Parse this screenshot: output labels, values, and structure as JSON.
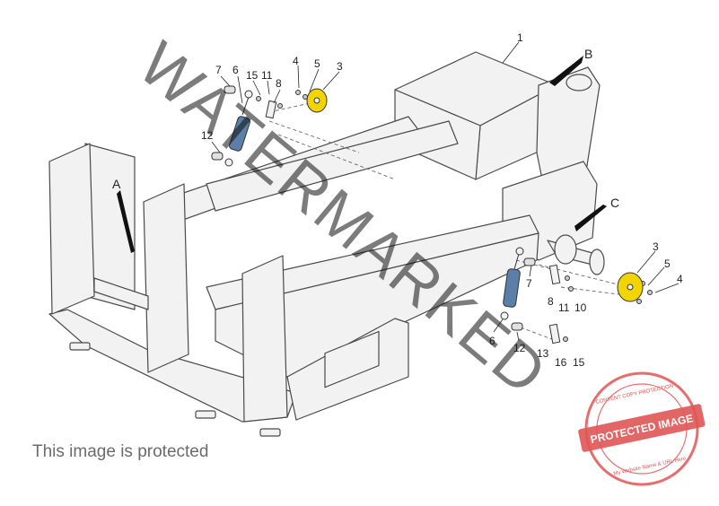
{
  "diagram": {
    "callouts": {
      "c1": "1",
      "cB": "B",
      "cA": "A",
      "cC": "C",
      "tl7": "7",
      "tl6": "6",
      "tl15": "15",
      "tl11": "11",
      "tl8": "8",
      "tl4": "4",
      "tl5": "5",
      "tl3": "3",
      "tl12": "12",
      "br3": "3",
      "br5": "5",
      "br4": "4",
      "br7": "7",
      "br12": "12",
      "br6": "6",
      "br8": "8",
      "br11": "11",
      "br10": "10",
      "br13": "13",
      "br16": "16",
      "br15": "15"
    },
    "colors": {
      "frame_fill": "#f2f2f2",
      "frame_stroke": "#4a4a4a",
      "gas_spring": "#5b7fa8",
      "disc": "#f2d400",
      "stamp": "#e05555"
    }
  },
  "overlay": {
    "watermark": "WATERMARKED",
    "notice": "This image is protected",
    "stamp_label": "PROTECTED IMAGE",
    "stamp_ring_top": "CONTENT COPY PROTECTION",
    "stamp_ring_bottom": "My Website Name & URL Here"
  }
}
